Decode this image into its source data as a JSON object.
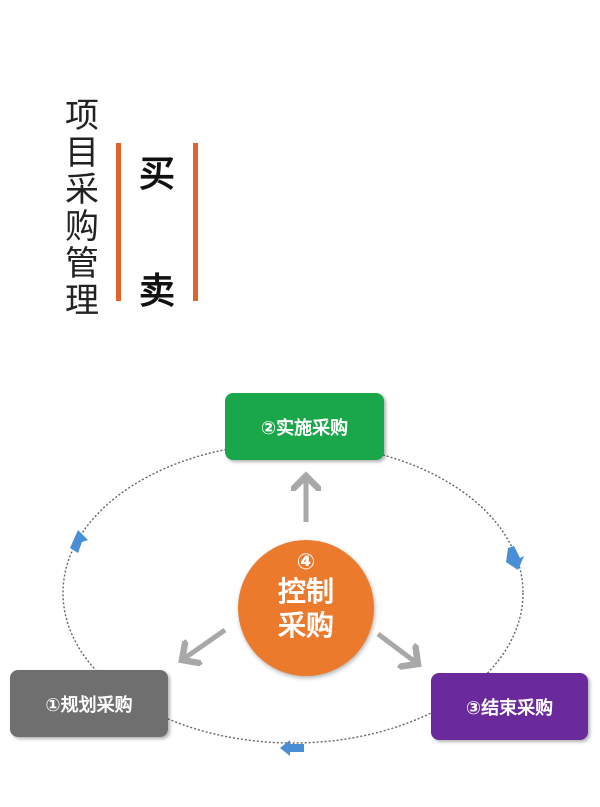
{
  "title": "项目采购管理",
  "buy": "买",
  "sell": "卖",
  "steps": {
    "plan": {
      "label": "①规划采购",
      "color": "#6f6f6f"
    },
    "conduct": {
      "label": "②实施采购",
      "color": "#1aa74a"
    },
    "close": {
      "label": "③结束采购",
      "color": "#6a2a9c"
    },
    "control": {
      "num": "④",
      "line1": "控制",
      "line2": "采购",
      "color": "#ec7a2c"
    }
  },
  "colors": {
    "accent": "#e2622b",
    "arrow_blue": "#4a8fd6",
    "arrow_gray": "#a8a8a8"
  }
}
